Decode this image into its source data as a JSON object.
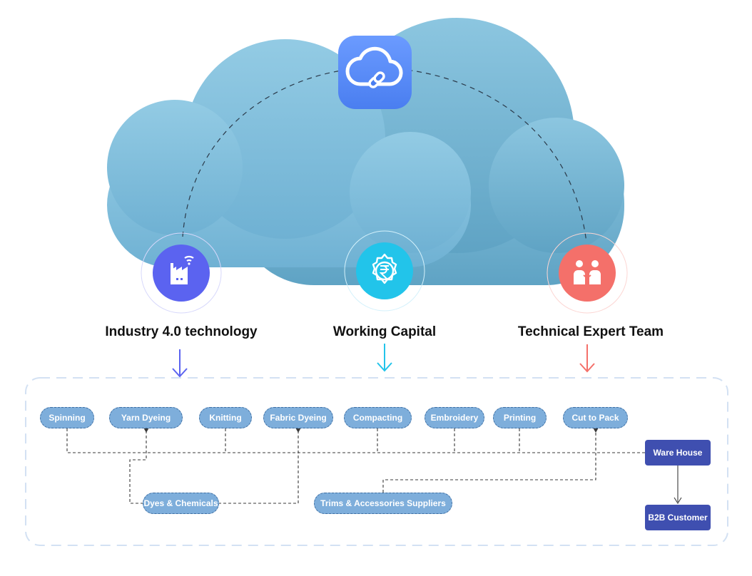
{
  "pillars": [
    {
      "title": "Industry 4.0 technology",
      "icon": "smart-factory-icon",
      "color": "#5b63f0"
    },
    {
      "title": "Working Capital",
      "icon": "rupee-gear-icon",
      "color": "#22c4ea"
    },
    {
      "title": "Technical Expert Team",
      "icon": "team-icon",
      "color": "#f4706a"
    }
  ],
  "cloud": {
    "icon": "cloud-link-icon",
    "color": "#7bbcd9"
  },
  "process_steps": [
    "Spinning",
    "Yarn Dyeing",
    "Knitting",
    "Fabric Dyeing",
    "Compacting",
    "Embroidery",
    "Printing",
    "Cut to Pack"
  ],
  "suppliers": {
    "dyes": "Dyes & Chemicals",
    "trims": "Trims & Accessories Suppliers"
  },
  "outputs": {
    "warehouse": "Ware House",
    "customer": "B2B Customer"
  }
}
